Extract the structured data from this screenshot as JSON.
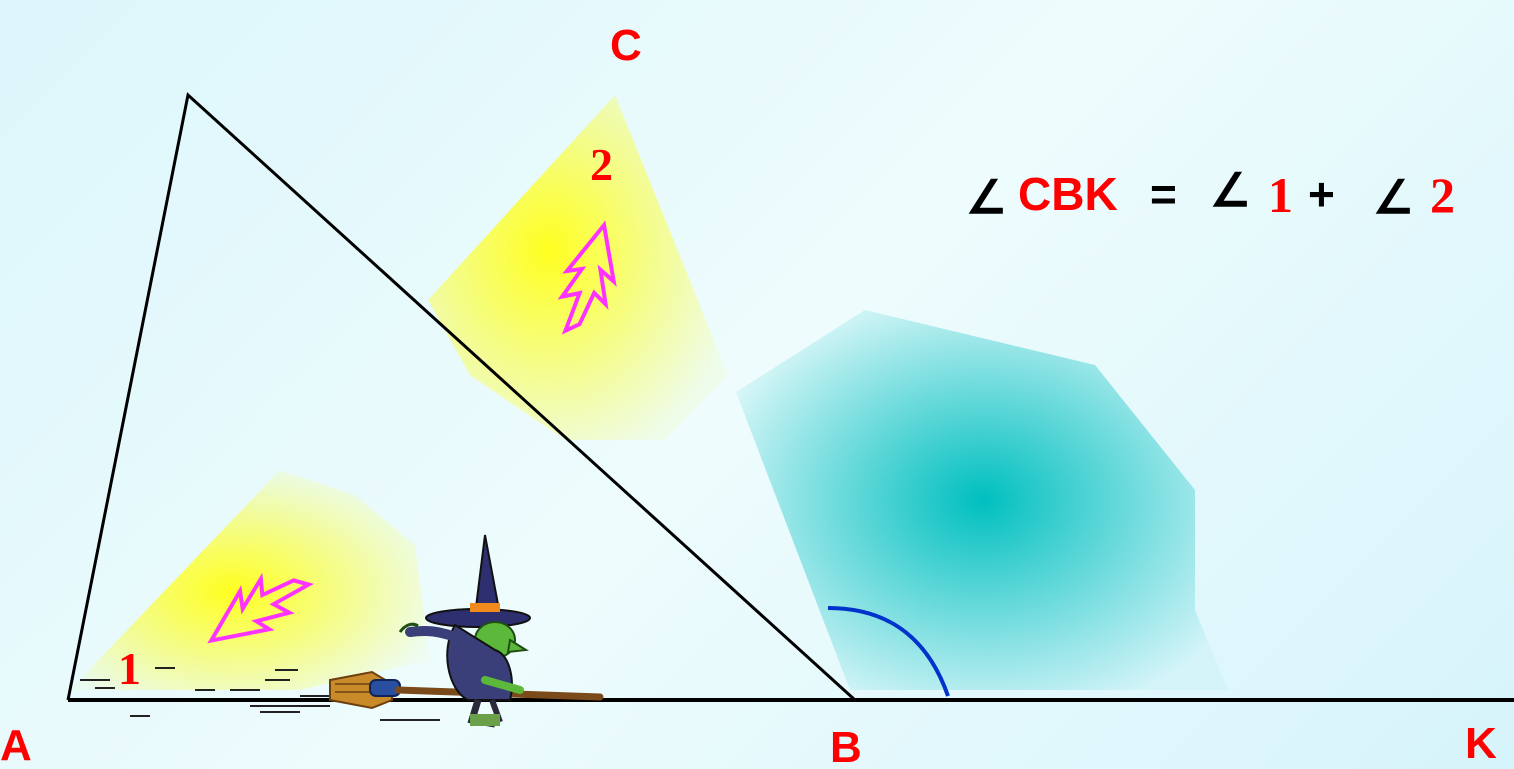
{
  "colors": {
    "label": "#ff0000",
    "line": "#000000",
    "highlight": "#ffff20",
    "teal": "#00b8b8",
    "arc": "#0033cc",
    "arrow": "#ff33ff"
  },
  "vertices": {
    "A": "A",
    "B": "B",
    "C": "C",
    "K": "K"
  },
  "angles": {
    "angle1": "1",
    "angle2": "2"
  },
  "formula": {
    "lhs": "CBK",
    "equals": "=",
    "term1": "1",
    "plus": "+",
    "term2": "2",
    "angle_symbol": "∠"
  },
  "icons": [
    "arrow-icon",
    "witch-icon",
    "broom-icon"
  ]
}
